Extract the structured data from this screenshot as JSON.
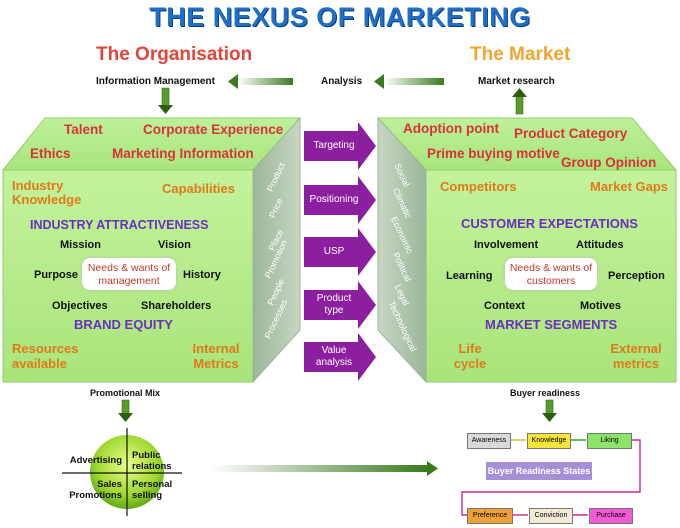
{
  "title": "THE NEXUS OF MARKETING",
  "organisation": {
    "title": "The Organisation",
    "info_management": "Information Management",
    "top": [
      "Talent",
      "Corporate Experience",
      "Ethics",
      "Marketing Information"
    ],
    "industry_knowledge": "Industry Knowledge",
    "capabilities": "Capabilities",
    "industry_attractiveness": "INDUSTRY ATTRACTIVENESS",
    "mission": "Mission",
    "vision": "Vision",
    "purpose": "Purpose",
    "history": "History",
    "needs": "Needs & wants of management",
    "objectives": "Objectives",
    "shareholders": "Shareholders",
    "brand_equity": "BRAND EQUITY",
    "resources": "Resources available",
    "internal_metrics": "Internal Metrics",
    "side": [
      "Product",
      "Price",
      "Place",
      "Promotion",
      "People",
      "Processes"
    ]
  },
  "market": {
    "title": "The Market",
    "analysis": "Analysis",
    "market_research": "Market research",
    "top": [
      "Adoption point",
      "Product Category",
      "Prime buying motive",
      "Group Opinion"
    ],
    "competitors": "Competitors",
    "market_gaps": "Market Gaps",
    "customer_expectations": "CUSTOMER EXPECTATIONS",
    "involvement": "Involvement",
    "attitudes": "Attitudes",
    "learning": "Learning",
    "perception": "Perception",
    "needs": "Needs & wants of customers",
    "context": "Context",
    "motives": "Motives",
    "market_segments": "MARKET SEGMENTS",
    "life_cycle": "Life cycle",
    "external_metrics": "External metrics",
    "side": [
      "Social",
      "Climatic",
      "Economic",
      "Political",
      "Legal",
      "Technological"
    ]
  },
  "center_arrows": [
    "Targeting",
    "Positioning",
    "USP",
    "Product type",
    "Value analysis"
  ],
  "promo": {
    "title": "Promotional Mix",
    "quadrants": [
      "Advertising",
      "Public relations",
      "Sales Promotions",
      "Personal selling"
    ]
  },
  "buyer": {
    "title": "Buyer readiness",
    "states_label": "Buyer Readiness States",
    "boxes": [
      "Awareness",
      "Knowledge",
      "Liking",
      "Preference",
      "Conviction",
      "Purchase"
    ]
  },
  "colors": {
    "title_blue": "#1f6fc7",
    "red": "#d8333a",
    "orange": "#e07a1a",
    "purple": "#6a2fbf",
    "box_green": "#b9ec8c",
    "arrow_purple": "#8b1fa0",
    "dark_green": "#3c7a1e"
  }
}
